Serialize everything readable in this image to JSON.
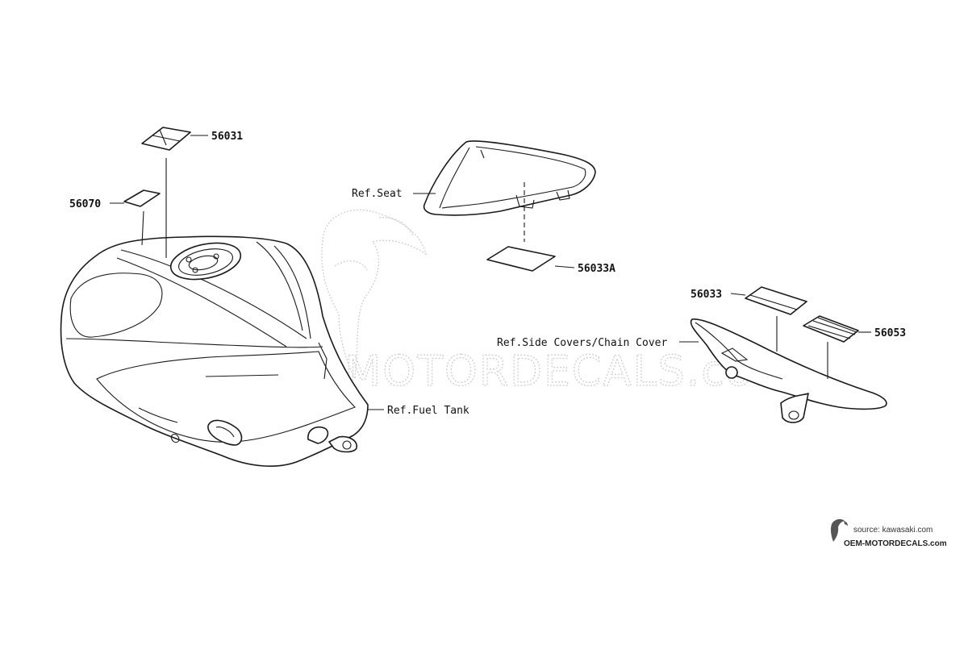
{
  "watermark": {
    "text": "OEM-MOTORDECALS.com"
  },
  "callouts": {
    "p56031": "56031",
    "p56070": "56070",
    "p56033A": "56033A",
    "p56033": "56033",
    "p56053": "56053"
  },
  "references": {
    "seat": "Ref.Seat",
    "side_covers": "Ref.Side Covers/Chain Cover",
    "fuel_tank": "Ref.Fuel Tank"
  },
  "source": {
    "line1": "source: kawasaki.com",
    "line2": "OEM-MOTORDECALS.com"
  }
}
